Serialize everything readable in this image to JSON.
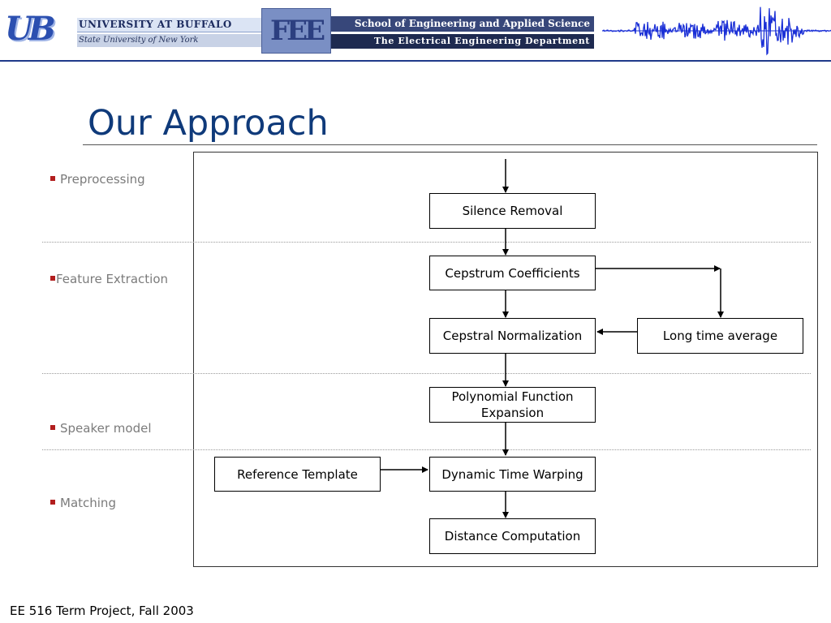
{
  "header": {
    "ub_logo_text": "UB",
    "university_name": "UNIVERSITY AT BUFFALO",
    "university_sub": "State University of New York",
    "fee_logo_text": "FEE",
    "school_name": "School of Engineering and Applied Science",
    "department_name": "The Electrical Engineering Department"
  },
  "slide": {
    "title": "Our Approach",
    "bullets": [
      {
        "label": "Preprocessing"
      },
      {
        "label": "Feature Extraction"
      },
      {
        "label": "Speaker model"
      },
      {
        "label": "Matching"
      }
    ]
  },
  "diagram": {
    "boxes": {
      "silence_removal": "Silence Removal",
      "cepstrum_coefficients": "Cepstrum Coefficients",
      "cepstral_normalization": "Cepstral Normalization",
      "long_time_average": "Long time average",
      "polynomial_expansion": "Polynomial Function Expansion",
      "reference_template": "Reference Template",
      "dynamic_time_warping": "Dynamic Time Warping",
      "distance_computation": "Distance Computation"
    }
  },
  "footer": {
    "text": "EE 516 Term Project, Fall 2003"
  },
  "colors": {
    "title": "#0f3a7a",
    "bullet_marker": "#b21e1e",
    "bullet_text": "#7b7b7b",
    "waveform": "#1a2fd6",
    "header_rule": "#1f3a8a"
  }
}
